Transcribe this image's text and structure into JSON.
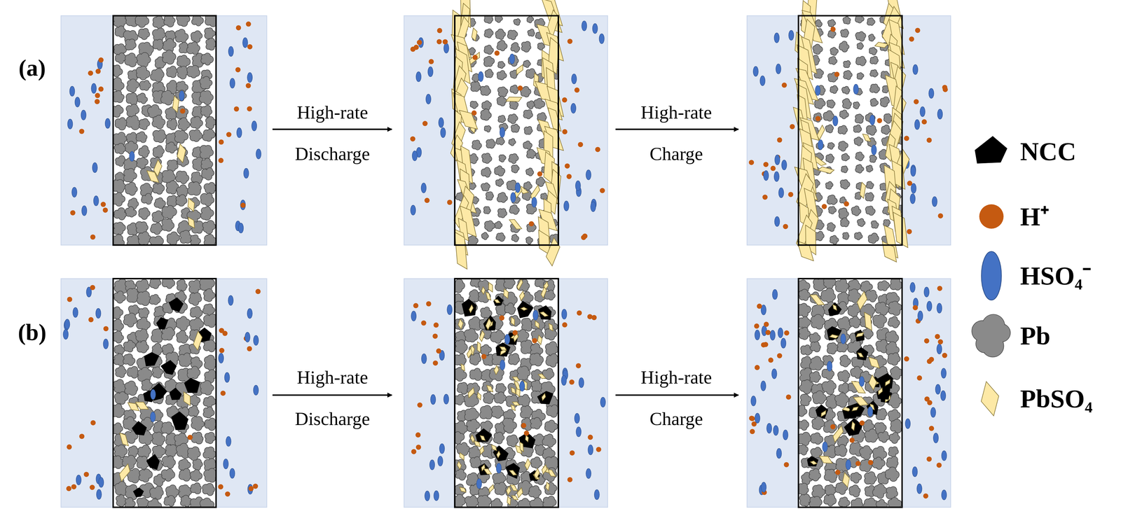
{
  "diagram": {
    "labels": [
      "(a)",
      "High-rate Discharge",
      "High-rate Charge",
      "(b)",
      "High-rate Discharge",
      "High-rate Charge"
    ],
    "legend": [
      {
        "text": "NCC"
      },
      {
        "text": "H⁺"
      },
      {
        "text": "HSO₄⁻"
      },
      {
        "text": "Pb"
      },
      {
        "text": "PbSO₄"
      }
    ]
  }
}
